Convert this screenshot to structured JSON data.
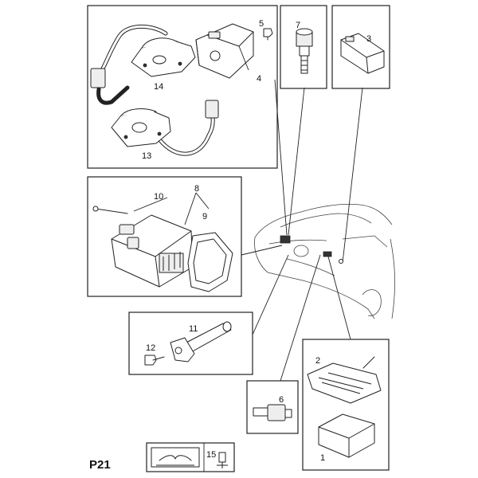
{
  "page_code": "P21",
  "callouts": {
    "c1": "1",
    "c2": "2",
    "c3": "3",
    "c4": "4",
    "c5": "5",
    "c6": "6",
    "c7": "7",
    "c8": "8",
    "c9": "9",
    "c10": "10",
    "c11": "11",
    "c12": "12",
    "c13": "13",
    "c14": "14",
    "c15": "15"
  },
  "footer": {
    "book_icon": "book-icon",
    "fitting_icon": "fitting-icon"
  }
}
